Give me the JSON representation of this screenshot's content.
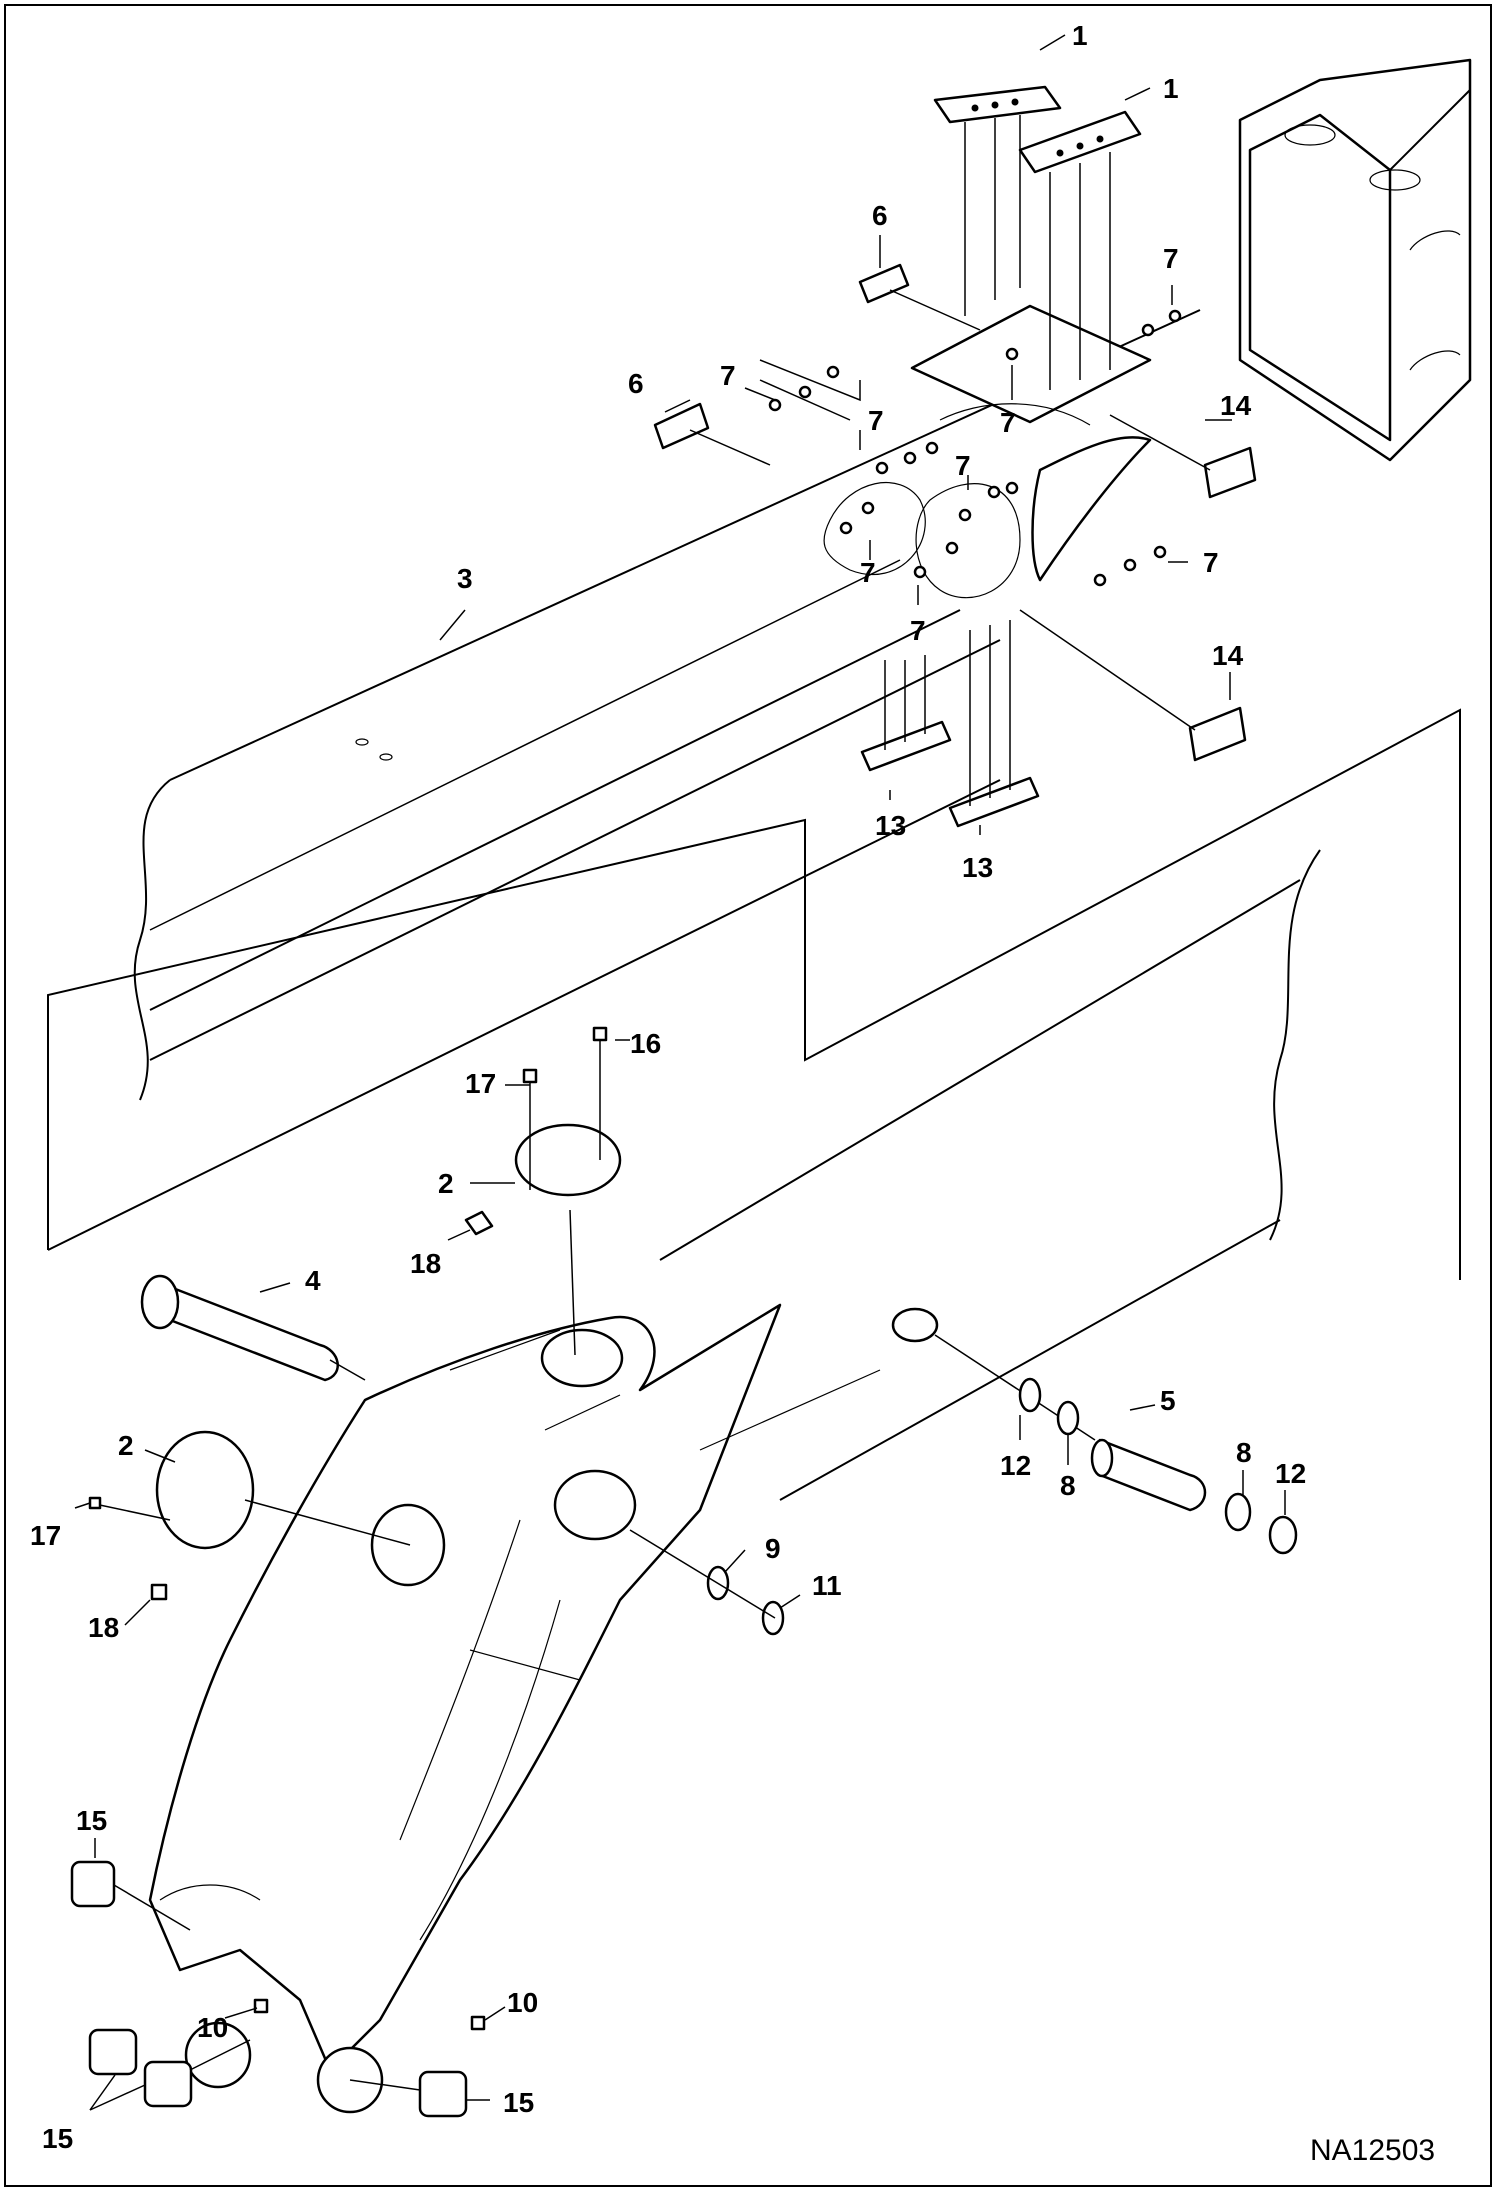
{
  "diagram": {
    "drawing_code": "NA12503",
    "callouts": {
      "c1a": "1",
      "c1b": "1",
      "c6a": "6",
      "c6b": "6",
      "c7a": "7",
      "c7b": "7",
      "c7c": "7",
      "c7d": "7",
      "c7e": "7",
      "c7f": "7",
      "c7g": "7",
      "c7h": "7",
      "c14a": "14",
      "c14b": "14",
      "c3": "3",
      "c13a": "13",
      "c13b": "13",
      "c16": "16",
      "c17a": "17",
      "c2a": "2",
      "c18a": "18",
      "c4": "4",
      "c5": "5",
      "c12a": "12",
      "c8a": "8",
      "c8b": "8",
      "c12b": "12",
      "c2b": "2",
      "c17b": "17",
      "c18b": "18",
      "c9": "9",
      "c11": "11",
      "c15a": "15",
      "c15b": "15",
      "c15c": "15",
      "c10a": "10",
      "c10b": "10"
    }
  }
}
